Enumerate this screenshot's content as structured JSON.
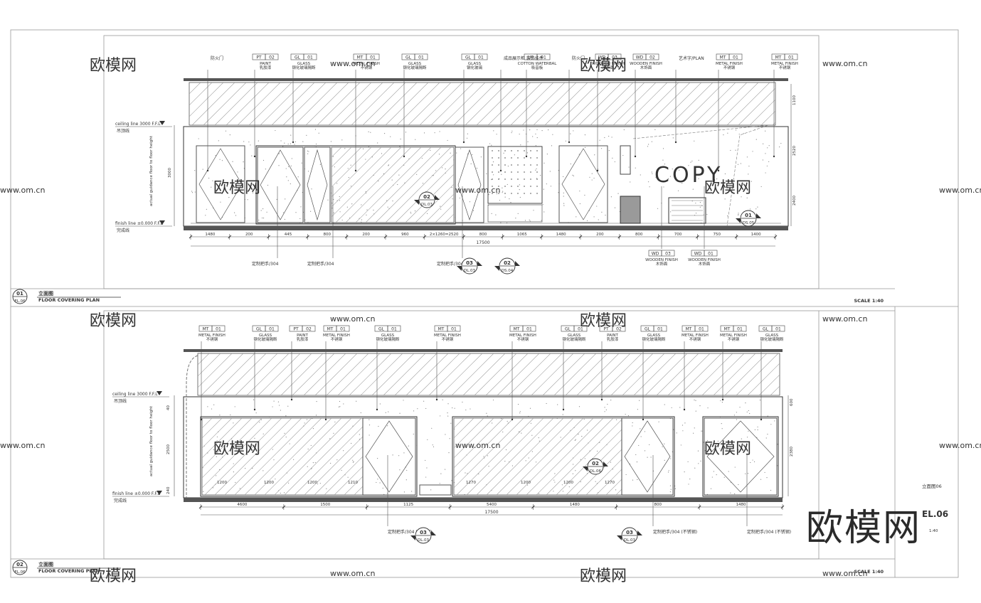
{
  "sheet": {
    "sheet_no": "EL.06",
    "side_label": "立面图06",
    "side_scale": "1:40",
    "brand_watermark": "欧模网",
    "site_watermark": "www.om.cn",
    "copy_text": "COPY"
  },
  "elevation_1": {
    "index": "01",
    "sheet_ref": "EL.06",
    "title_cn": "立面图",
    "title_en": "FLOOR COVERING PLAN",
    "scale": "SCALE 1:40",
    "ceiling_level": "ceiling line 3000 F.F.L",
    "ceiling_level_cn": "吊顶线",
    "finish_level": "finish line ±0.000 F.F.L",
    "finish_level_cn": "完成线",
    "vertical_note": "actual guidance floor to floor height",
    "total_dim": "17500",
    "dims": [
      "1480",
      "200",
      "445",
      "800",
      "200",
      "960",
      "2×1260=2520",
      "800",
      "1065",
      "1480",
      "200",
      "800",
      "700",
      "750",
      "1400"
    ],
    "right_dims": [
      "1100",
      "2520",
      "2400"
    ],
    "tags": [
      {
        "code": "",
        "num": "",
        "en": "",
        "cn": "防火门"
      },
      {
        "code": "PT",
        "num": "02",
        "en": "PAINT",
        "cn": "乳胶漆"
      },
      {
        "code": "GL",
        "num": "01",
        "en": "GLASS",
        "cn": "钢化玻璃隔断"
      },
      {
        "code": "MT",
        "num": "01",
        "en": "METAL FINISH",
        "cn": "不锈钢"
      },
      {
        "code": "GL",
        "num": "01",
        "en": "GLASS",
        "cn": "钢化玻璃隔断"
      },
      {
        "code": "GL",
        "num": "01",
        "en": "GLASS",
        "cn": "钢化玻璃"
      },
      {
        "code": "",
        "num": "",
        "en": "",
        "cn": "成品展示柜 装饰挂件"
      },
      {
        "code": "UP",
        "num": "01",
        "en": "COTTON WATERBAL",
        "cn": "吸音板"
      },
      {
        "code": "",
        "num": "",
        "en": "",
        "cn": "防火门"
      },
      {
        "code": "WD",
        "num": "03",
        "en": "WOODEN FINISH",
        "cn": "木饰面"
      },
      {
        "code": "WD",
        "num": "02",
        "en": "WOODEN FINISH",
        "cn": "木饰面"
      },
      {
        "code": "",
        "num": "",
        "en": "",
        "cn": "艺术字/PLAN"
      },
      {
        "code": "MT",
        "num": "01",
        "en": "METAL FINISH",
        "cn": "不锈钢"
      },
      {
        "code": "MT",
        "num": "01",
        "en": "METAL FINISH",
        "cn": "不锈钢"
      }
    ],
    "bottom_tags": [
      {
        "code": "",
        "num": "",
        "en": "",
        "cn": "定制把手/304"
      },
      {
        "code": "",
        "num": "",
        "en": "",
        "cn": "定制把手/304"
      },
      {
        "code": "",
        "num": "",
        "en": "",
        "cn": "定制把手/304"
      },
      {
        "code": "WD",
        "num": "03",
        "en": "WOODEN FINISH",
        "cn": "木饰面"
      },
      {
        "code": "WD",
        "num": "01",
        "en": "WOODEN FINISH",
        "cn": "木饰面"
      }
    ],
    "section_marks": [
      {
        "num": "03",
        "ref": "DL.03"
      },
      {
        "num": "02",
        "ref": "DS.04"
      },
      {
        "num": "02",
        "ref": "DL.03"
      },
      {
        "num": "01",
        "ref": "DS.05"
      }
    ]
  },
  "elevation_2": {
    "index": "02",
    "sheet_ref": "EL.06",
    "title_cn": "立面图",
    "title_en": "FLOOR COVERING PLAN",
    "scale": "SCALE 1:40",
    "ceiling_level": "ceiling line 3000 F.F.L",
    "ceiling_level_cn": "吊顶线",
    "finish_level": "finish line ±0.000 F.F.L",
    "finish_level_cn": "完成线",
    "vertical_note": "actual guidance floor to floor height",
    "total_dim": "17500",
    "dims": [
      "4600",
      "1500",
      "1125",
      "5400",
      "1480",
      "800",
      "1480"
    ],
    "panel_dims": [
      "1200",
      "1200",
      "1200",
      "1210",
      "1270",
      "1200",
      "1200",
      "1270"
    ],
    "right_dims": [
      "600",
      "2380"
    ],
    "left_dims": [
      "40",
      "2500",
      "240"
    ],
    "tags": [
      {
        "code": "MT",
        "num": "01",
        "en": "METAL FINISH",
        "cn": "不锈钢"
      },
      {
        "code": "GL",
        "num": "01",
        "en": "GLASS",
        "cn": "钢化玻璃隔断"
      },
      {
        "code": "PT",
        "num": "02",
        "en": "PAINT",
        "cn": "乳胶漆"
      },
      {
        "code": "MT",
        "num": "01",
        "en": "METAL FINISH",
        "cn": "不锈钢"
      },
      {
        "code": "GL",
        "num": "01",
        "en": "GLASS",
        "cn": "钢化玻璃隔断"
      },
      {
        "code": "MT",
        "num": "01",
        "en": "METAL FINISH",
        "cn": "不锈钢"
      },
      {
        "code": "MT",
        "num": "01",
        "en": "METAL FINISH",
        "cn": "不锈钢"
      },
      {
        "code": "GL",
        "num": "01",
        "en": "GLASS",
        "cn": "钢化玻璃隔断"
      },
      {
        "code": "PT",
        "num": "02",
        "en": "PAINT",
        "cn": "乳胶漆"
      },
      {
        "code": "GL",
        "num": "01",
        "en": "GLASS",
        "cn": "钢化玻璃隔断"
      },
      {
        "code": "MT",
        "num": "01",
        "en": "METAL FINISH",
        "cn": "不锈钢"
      },
      {
        "code": "MT",
        "num": "01",
        "en": "METAL FINISH",
        "cn": "不锈钢"
      },
      {
        "code": "GL",
        "num": "01",
        "en": "GLASS",
        "cn": "钢化玻璃隔断"
      }
    ],
    "bottom_tags": [
      {
        "code": "",
        "num": "",
        "en": "",
        "cn": "定制把手/304 (不锈钢)"
      },
      {
        "code": "",
        "num": "",
        "en": "",
        "cn": "定制把手/304 (不锈钢)"
      },
      {
        "code": "",
        "num": "",
        "en": "",
        "cn": "定制把手/304 (不锈钢)"
      }
    ],
    "section_marks": [
      {
        "num": "03",
        "ref": "DL.03"
      },
      {
        "num": "03",
        "ref": "DL.03"
      },
      {
        "num": "02",
        "ref": "DL.06"
      }
    ]
  },
  "colors": {
    "line": "#333333",
    "light": "#8a8a8a",
    "hatch": "#9a9a9a",
    "paper": "#ffffff"
  }
}
